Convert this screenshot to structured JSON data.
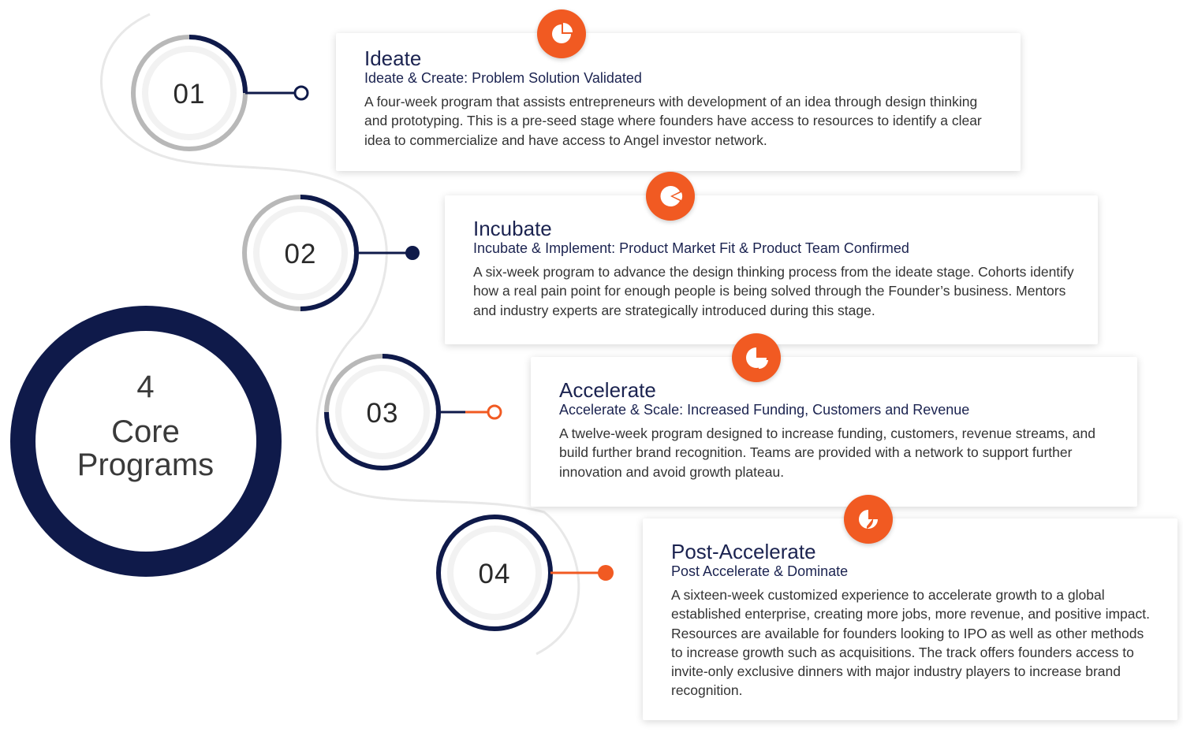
{
  "hub": {
    "number": "4",
    "line1": "Core",
    "line2": "Programs"
  },
  "colors": {
    "navy": "#0f1a4a",
    "orange": "#f15a22",
    "gray_ring": "#b8b8b8",
    "connector_track": "#e6e6e6"
  },
  "steps": [
    {
      "number": "01",
      "title": "Ideate",
      "subtitle": "Ideate & Create: Problem Solution Validated",
      "description": "A four-week program that assists entrepreneurs with development of an idea through design thinking and prototyping. This is a pre-seed stage where founders have access to resources to identify a clear idea to commercialize and have access to Angel investor network.",
      "icon": "pie-chart-icon"
    },
    {
      "number": "02",
      "title": "Incubate",
      "subtitle": "Incubate & Implement: Product Market Fit & Product Team Confirmed",
      "description": "A six-week program to advance the design thinking process from the ideate stage. Cohorts identify how a real pain point for enough people is being solved through the Founder’s business. Mentors and industry experts are strategically introduced during this stage.",
      "icon": "pie-chart-icon"
    },
    {
      "number": "03",
      "title": "Accelerate",
      "subtitle": "Accelerate & Scale: Increased Funding, Customers and Revenue",
      "description": "A twelve-week program designed to increase funding, customers, revenue streams, and build further brand recognition. Teams are provided with a network to support further innovation and avoid growth plateau.",
      "icon": "pie-chart-icon"
    },
    {
      "number": "04",
      "title": "Post-Accelerate",
      "subtitle": "Post Accelerate & Dominate",
      "description": "A sixteen-week customized experience to accelerate growth to a global established enterprise, creating more jobs, more revenue, and positive impact. Resources are available for founders looking to IPO as well as other methods to increase growth such as acquisitions. The track offers founders access to invite-only exclusive dinners with major industry players to increase brand recognition.",
      "icon": "pie-chart-icon"
    }
  ]
}
